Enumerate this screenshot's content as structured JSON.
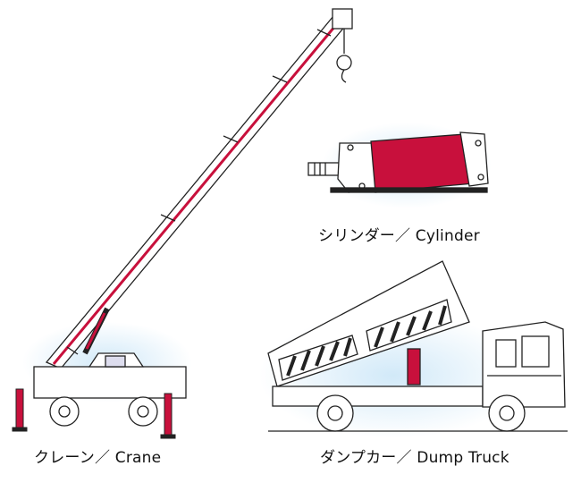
{
  "captions": {
    "crane": "クレーン／ Crane",
    "cylinder": "シリンダー／ Cylinder",
    "dump_truck": "ダンプカー／ Dump Truck"
  },
  "colors": {
    "hydraulic_red": "#c8103c",
    "line": "#222222",
    "glow": "#cfe8f8"
  },
  "illustrations": [
    "crane",
    "hydraulic-cylinder",
    "dump-truck"
  ]
}
